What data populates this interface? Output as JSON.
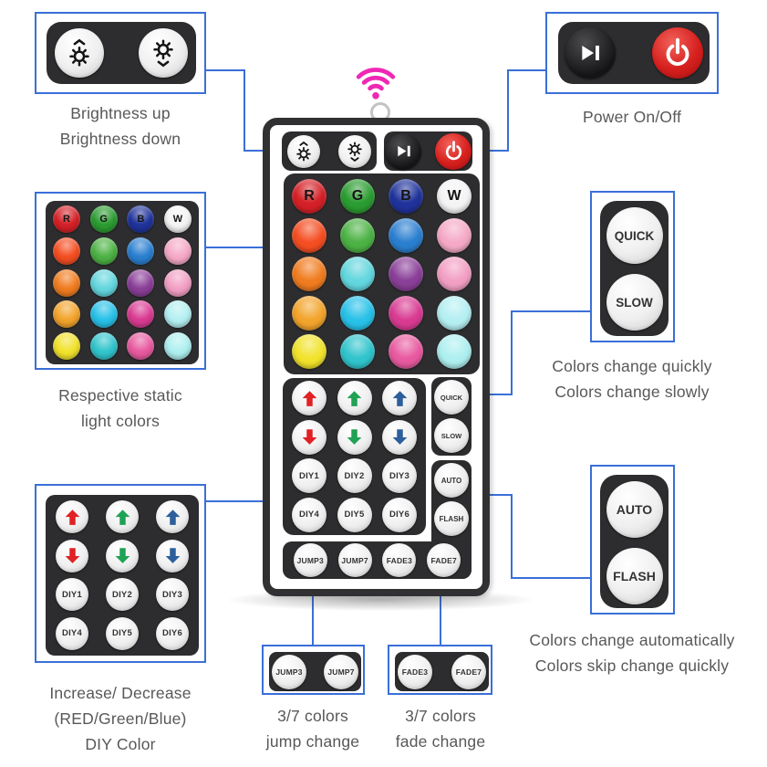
{
  "colors": {
    "accent_blue": "#3a6fd8",
    "pad_dark": "#2d2d2f",
    "wifi_pink": "#ee28b4",
    "power_red": "#d6201e",
    "caption_gray": "#585858"
  },
  "remote": {
    "quick_label": "QUICK",
    "slow_label": "SLOW",
    "auto_label": "AUTO",
    "flash_label": "FLASH",
    "bottom_buttons": [
      "JUMP3",
      "JUMP7",
      "FADE3",
      "FADE7"
    ],
    "color_buttons": [
      {
        "label": "R",
        "color": "#d42127"
      },
      {
        "label": "G",
        "color": "#2b9c31"
      },
      {
        "label": "B",
        "color": "#20339b"
      },
      {
        "label": "W",
        "color": "#f4f4f4"
      },
      {
        "color": "#f44e22"
      },
      {
        "color": "#4cb244"
      },
      {
        "color": "#2b7fd0"
      },
      {
        "color": "#f5a9c6"
      },
      {
        "color": "#f07c20"
      },
      {
        "color": "#63d6de"
      },
      {
        "color": "#8a3f98"
      },
      {
        "color": "#f29fc4"
      },
      {
        "color": "#f2a42c"
      },
      {
        "color": "#28c1e8"
      },
      {
        "color": "#d93b92"
      },
      {
        "color": "#b4eff2"
      },
      {
        "color": "#f1e22b"
      },
      {
        "color": "#31c4cc"
      },
      {
        "color": "#e85aa0"
      },
      {
        "color": "#aeeff0"
      }
    ],
    "arrow_buttons": [
      {
        "icon": "arrow-up",
        "color": "#e02125",
        "name": "red-up-arrow-button"
      },
      {
        "icon": "arrow-up",
        "color": "#1fa254",
        "name": "green-up-arrow-button"
      },
      {
        "icon": "arrow-up",
        "color": "#2c5f9b",
        "name": "blue-up-arrow-button"
      },
      {
        "icon": "arrow-down",
        "color": "#e02125",
        "name": "red-down-arrow-button"
      },
      {
        "icon": "arrow-down",
        "color": "#1fa254",
        "name": "green-down-arrow-button"
      },
      {
        "icon": "arrow-down",
        "color": "#2c5f9b",
        "name": "blue-down-arrow-button"
      },
      {
        "label": "DIY1"
      },
      {
        "label": "DIY2"
      },
      {
        "label": "DIY3"
      },
      {
        "label": "DIY4"
      },
      {
        "label": "DIY5"
      },
      {
        "label": "DIY6"
      }
    ]
  },
  "callouts": {
    "brightness": {
      "caption_1": "Brightness up",
      "caption_2": "Brightness down"
    },
    "power": {
      "caption": "Power On/Off"
    },
    "static_colors": {
      "caption_1": "Respective static",
      "caption_2": "light colors"
    },
    "quick_slow": {
      "quick": "QUICK",
      "slow": "SLOW",
      "caption_1": "Colors change quickly",
      "caption_2": "Colors change slowly"
    },
    "rgb_diy": {
      "caption_1": "Increase/ Decrease",
      "caption_2": "(RED/Green/Blue)",
      "caption_3": "DIY Color"
    },
    "auto_flash": {
      "auto": "AUTO",
      "flash": "FLASH",
      "caption_1": "Colors change automatically",
      "caption_2": "Colors skip change quickly"
    },
    "jump": {
      "buttons": [
        "JUMP3",
        "JUMP7"
      ],
      "caption_1": "3/7 colors",
      "caption_2": "jump change"
    },
    "fade": {
      "buttons": [
        "FADE3",
        "FADE7"
      ],
      "caption_1": "3/7 colors",
      "caption_2": "fade change"
    }
  }
}
